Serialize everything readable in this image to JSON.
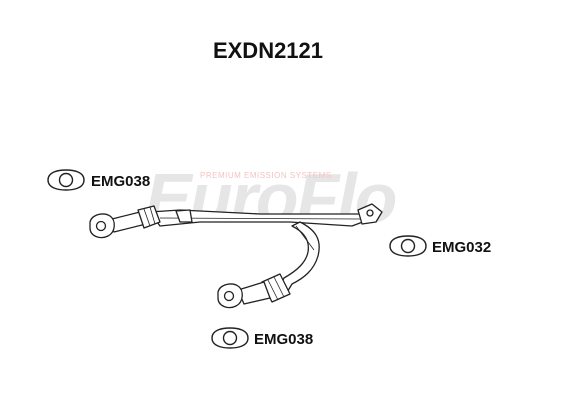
{
  "diagram": {
    "title": "EXDN2121",
    "watermark": {
      "brand": "EuroFlo",
      "tagline": "PREMIUM EMISSION SYSTEMS"
    },
    "gaskets": [
      {
        "id": "gasket-1",
        "code": "EMG038"
      },
      {
        "id": "gasket-2",
        "code": "EMG032"
      },
      {
        "id": "gasket-3",
        "code": "EMG038"
      }
    ]
  },
  "colors": {
    "line": "#222222",
    "watermark": "#e6e6e6",
    "tagline": "#f2c4c4"
  }
}
